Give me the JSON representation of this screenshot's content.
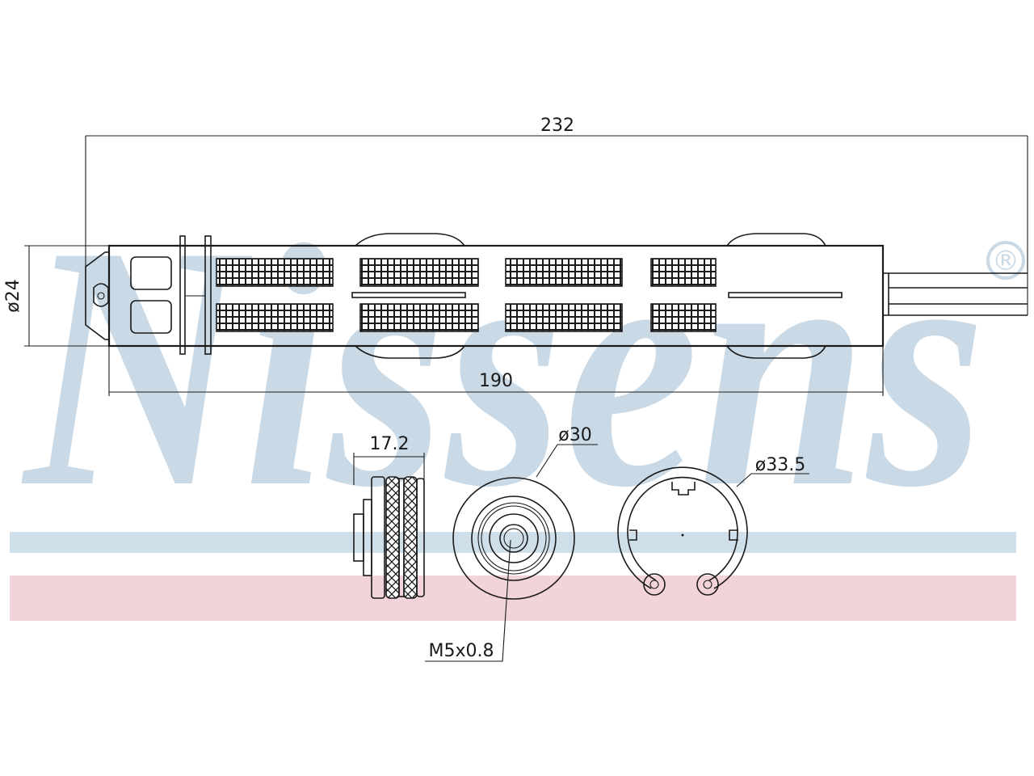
{
  "watermark": {
    "brand_text": "Nissens",
    "registered_mark": "®",
    "colors": {
      "logo": "#c9d9e6",
      "blue_band": "#cfdfea",
      "red_band": "#f2d3da"
    }
  },
  "dimensions": {
    "overall_length": "232",
    "body_length": "190",
    "diameter_body": "ø24",
    "cap_width": "17.2",
    "cap_diameter": "ø30",
    "ring_diameter": "ø33.5",
    "thread": "M5x0.8"
  },
  "colors": {
    "line": "#1a1a1a",
    "background": "#ffffff"
  }
}
